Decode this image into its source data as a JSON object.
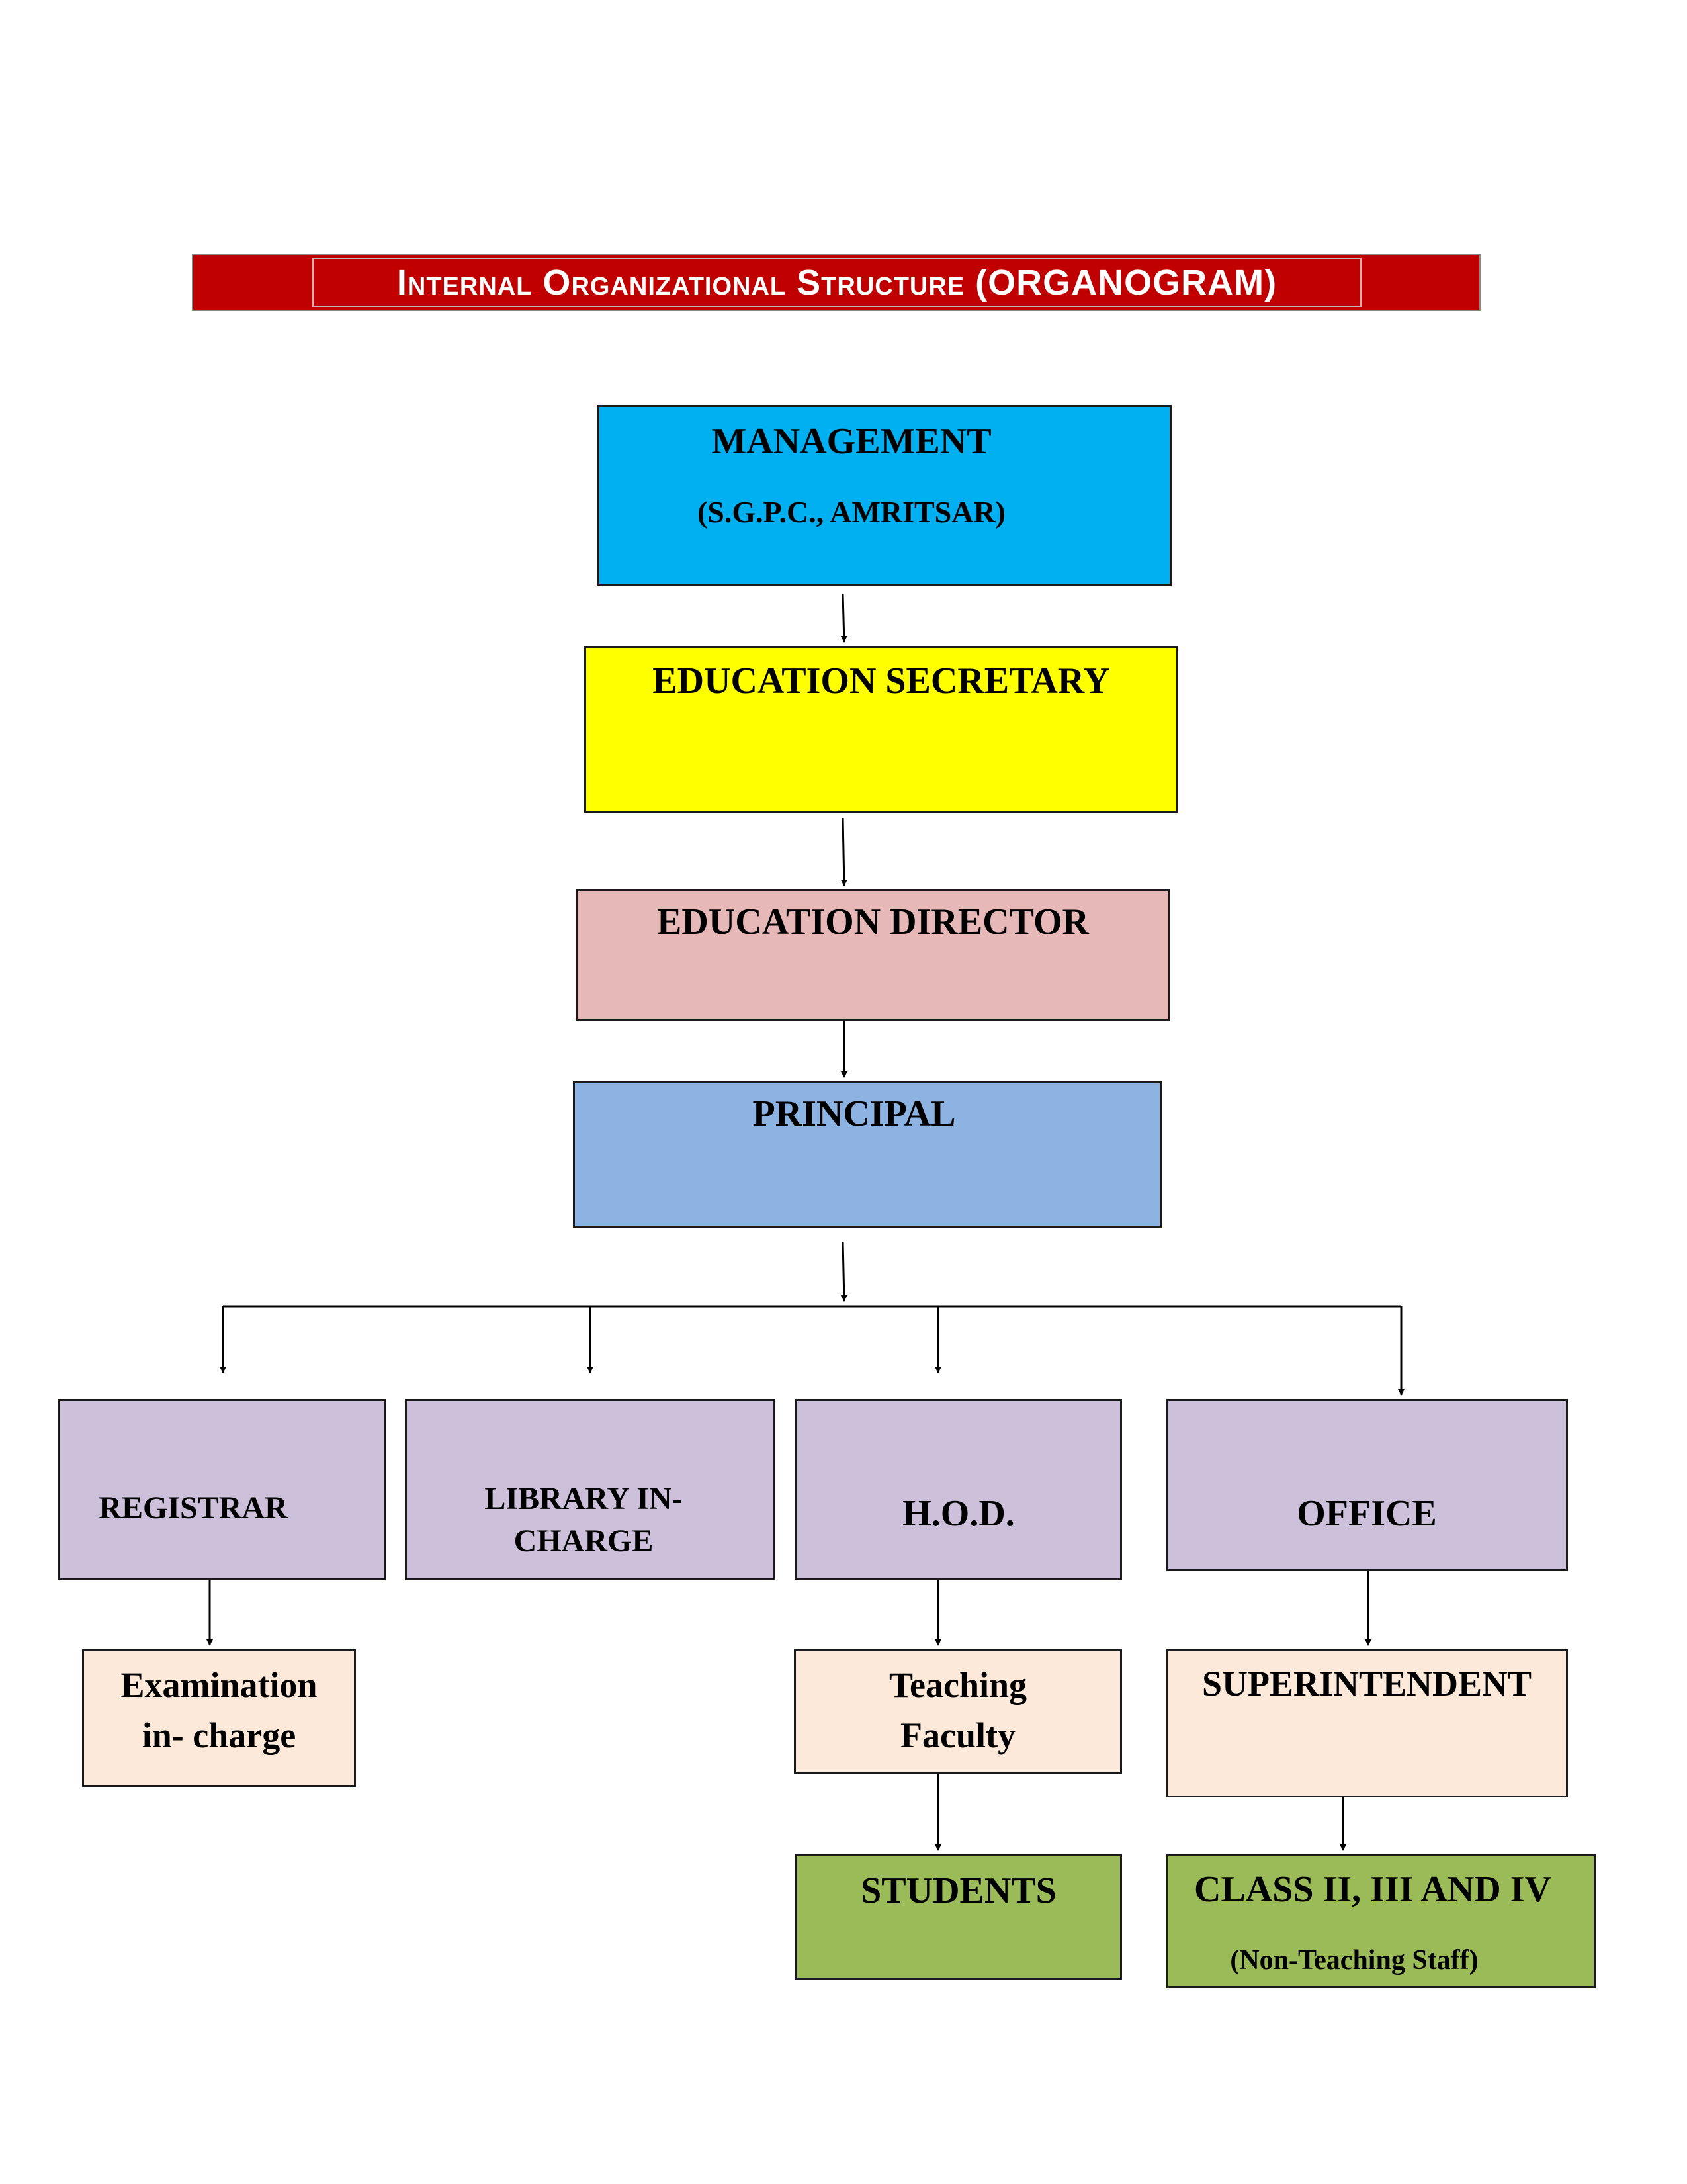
{
  "title": {
    "text": "Internal Organizational Structure (ORGANOGRAM)",
    "fill_color": "#c00000",
    "text_color": "#ffffff"
  },
  "nodes": {
    "management": {
      "label": "MANAGEMENT",
      "sublabel": "(S.G.P.C., AMRITSAR)",
      "color": "#00b0f0"
    },
    "education_secretary": {
      "label": "EDUCATION SECRETARY",
      "color": "#ffff00"
    },
    "education_director": {
      "label": "EDUCATION DIRECTOR",
      "color": "#e6b8b7"
    },
    "principal": {
      "label": "PRINCIPAL",
      "color": "#8db3e2"
    },
    "registrar": {
      "label": "REGISTRAR",
      "color": "#ccc0da"
    },
    "library_incharge": {
      "label_line1": "LIBRARY IN-",
      "label_line2": "CHARGE",
      "color": "#ccc0da"
    },
    "hod": {
      "label": "H.O.D.",
      "color": "#ccc0da"
    },
    "office": {
      "label": "OFFICE",
      "color": "#ccc0da"
    },
    "examination_incharge": {
      "label_line1": "Examination",
      "label_line2": "in- charge",
      "color": "#fde9d9"
    },
    "teaching_faculty": {
      "label_line1": "Teaching",
      "label_line2": "Faculty",
      "color": "#fde9d9"
    },
    "superintendent": {
      "label": "SUPERINTENDENT",
      "color": "#fde9d9"
    },
    "students": {
      "label": "STUDENTS",
      "color": "#9bbb59"
    },
    "class_staff": {
      "label": "CLASS II, III AND IV",
      "sublabel": "(Non-Teaching Staff)",
      "color": "#9bbb59"
    }
  },
  "edges": [
    [
      "management",
      "education_secretary"
    ],
    [
      "education_secretary",
      "education_director"
    ],
    [
      "education_director",
      "principal"
    ],
    [
      "principal",
      "registrar"
    ],
    [
      "principal",
      "library_incharge"
    ],
    [
      "principal",
      "hod"
    ],
    [
      "principal",
      "office"
    ],
    [
      "registrar",
      "examination_incharge"
    ],
    [
      "hod",
      "teaching_faculty"
    ],
    [
      "teaching_faculty",
      "students"
    ],
    [
      "office",
      "superintendent"
    ],
    [
      "superintendent",
      "class_staff"
    ]
  ]
}
